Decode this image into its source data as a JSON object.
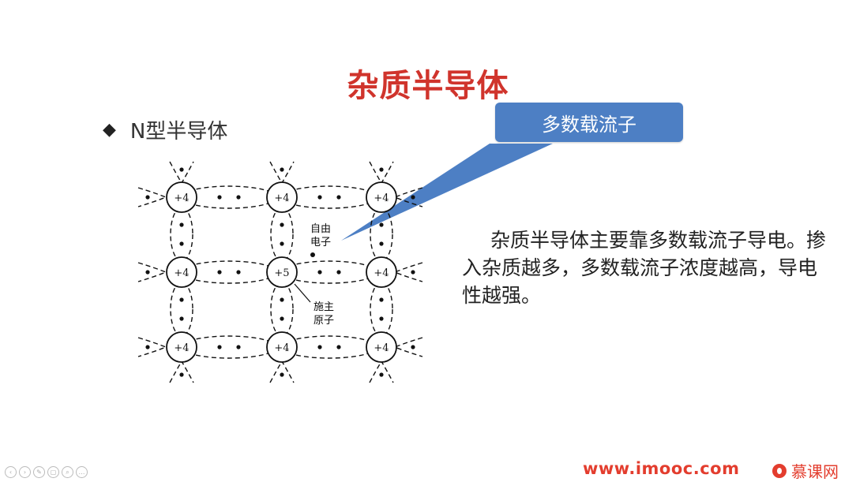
{
  "slide": {
    "title": "杂质半导体",
    "bullet": {
      "icon": "diamond-bullet-icon",
      "label": "N型半导体"
    },
    "callout": {
      "label": "多数载流子",
      "color": "#4d7fc4"
    },
    "description": "杂质半导体主要靠多数载流子导电。掺入杂质越多，多数载流子浓度越高，导电性越强。",
    "diagram": {
      "atom_labels": [
        [
          "+4",
          "+4",
          "+4"
        ],
        [
          "+4",
          "+5",
          "+4"
        ],
        [
          "+4",
          "+4",
          "+4"
        ]
      ],
      "free_electron_label": [
        "自由",
        "电子"
      ],
      "donor_atom_label": [
        "施主",
        "原子"
      ]
    }
  },
  "footer": {
    "site_url": "www.imooc.com",
    "brand_name": "慕课网",
    "accent_color": "#e33d2e"
  },
  "toolbar": {
    "buttons": [
      "prev-icon",
      "next-icon",
      "pen-icon",
      "copy-icon",
      "zoom-icon",
      "more-icon"
    ]
  }
}
